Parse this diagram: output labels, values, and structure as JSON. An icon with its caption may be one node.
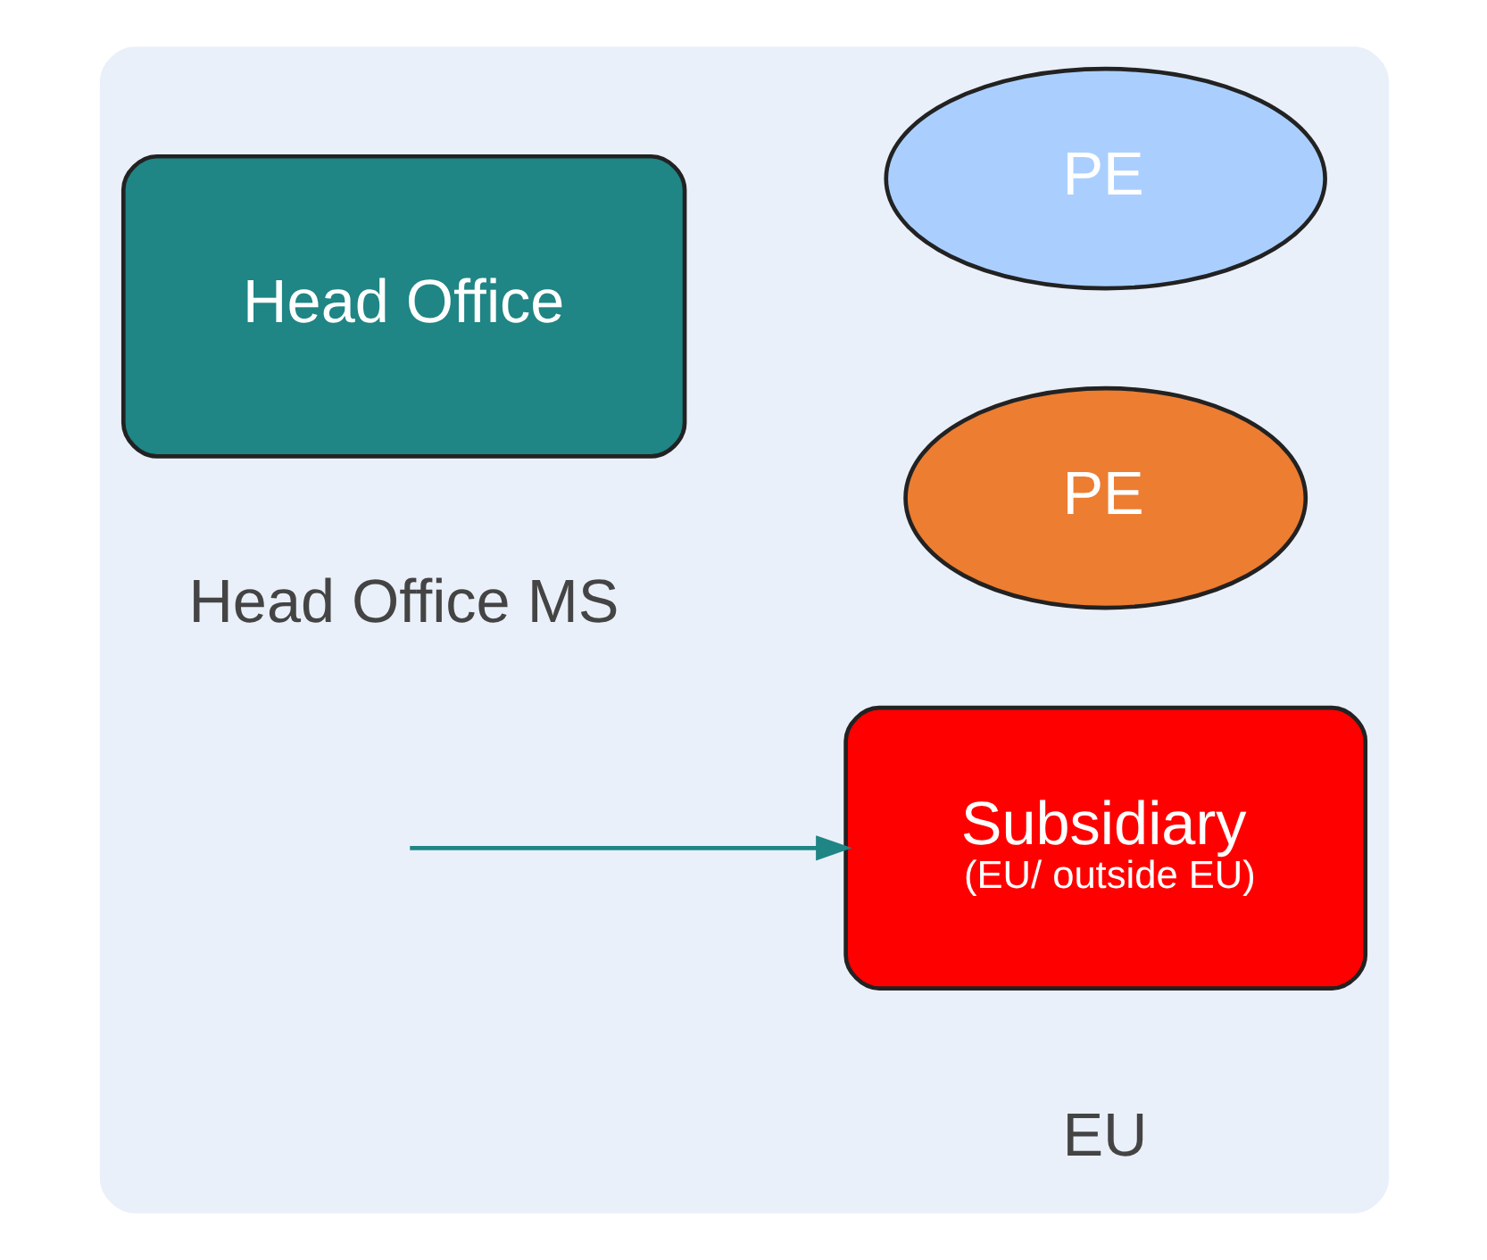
{
  "diagram": {
    "nodes": [
      {
        "text": [],
        "shape": "box"
      },
      {
        "text": [
          "Subsidiary",
          "(EU/ outside EU)"
        ],
        "in": 0
      },
      {
        "text": [
          "Head Office"
        ],
        "in": 0
      },
      {
        "text": [
          "PE"
        ],
        "in": 0
      },
      {
        "text": [
          "PE"
        ],
        "in": 0
      }
    ],
    "edges": [
      {
        "from": null,
        "to": 1,
        "arrow": "to"
      }
    ],
    "labels": [
      "Head Office MS",
      "EU"
    ]
  }
}
